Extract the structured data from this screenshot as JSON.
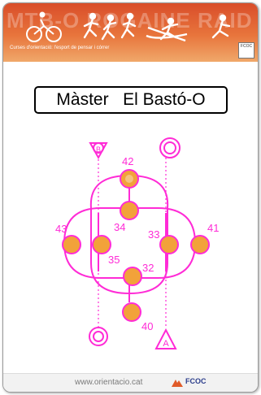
{
  "banner": {
    "background_words": "MTB-O   ROGAINE  RAID",
    "tagline": "Curses d'orientació: l'esport de pensar i córrer",
    "badge": "FCOC"
  },
  "title": "Màster   El Bastó-O",
  "colors": {
    "course": "#ff2bd6",
    "control_fill": "#f2a23a",
    "banner": "#e0612f"
  },
  "controls": [
    {
      "number": "42"
    },
    {
      "number": "34"
    },
    {
      "number": "43"
    },
    {
      "number": "33"
    },
    {
      "number": "41"
    },
    {
      "number": "35"
    },
    {
      "number": "32"
    },
    {
      "number": "40"
    }
  ],
  "start_symbol": "A",
  "finish_symbol": "B",
  "footer": {
    "url": "www.orientacio.cat",
    "logo": "FCOC"
  }
}
